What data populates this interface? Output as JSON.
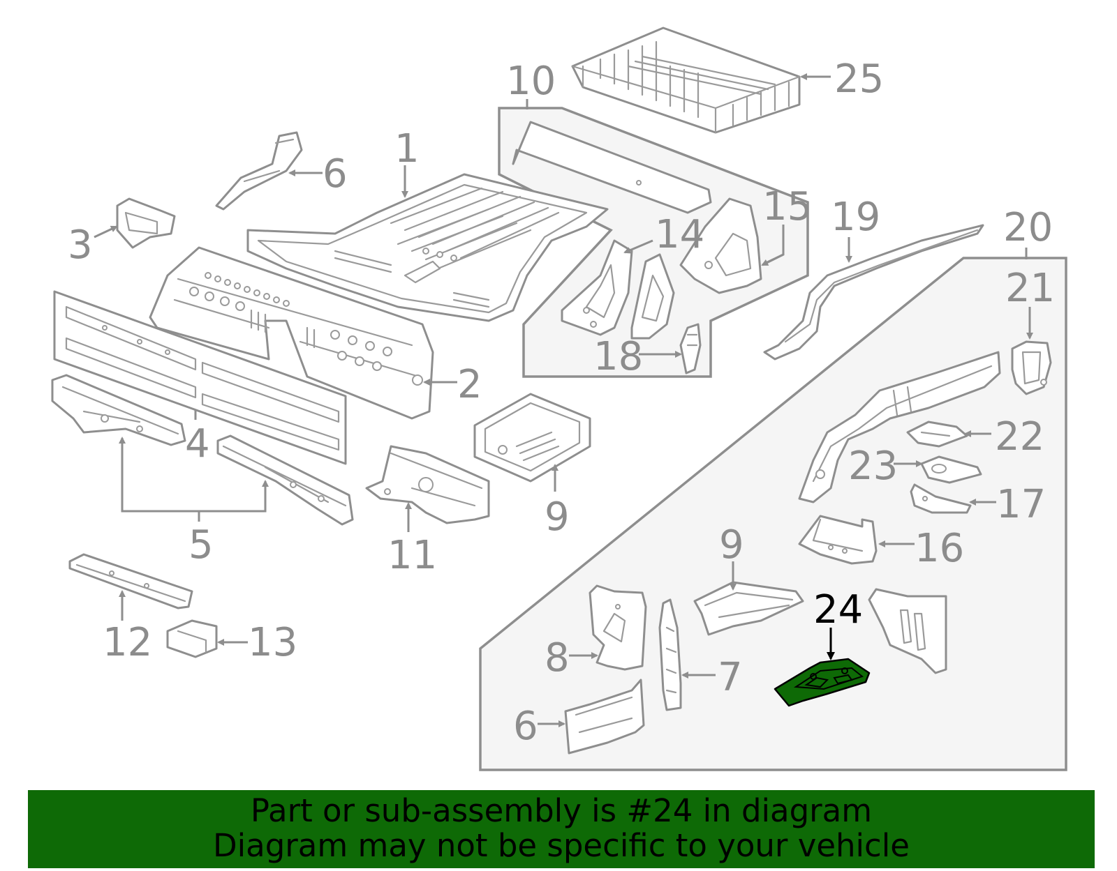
{
  "callouts": {
    "c1": "1",
    "c2": "2",
    "c3": "3",
    "c4": "4",
    "c5": "5",
    "c6a": "6",
    "c6b": "6",
    "c7": "7",
    "c8": "8",
    "c9a": "9",
    "c9b": "9",
    "c10": "10",
    "c11": "11",
    "c12": "12",
    "c13": "13",
    "c14": "14",
    "c15": "15",
    "c16": "16",
    "c17": "17",
    "c18": "18",
    "c19": "19",
    "c20": "20",
    "c21": "21",
    "c22": "22",
    "c23": "23",
    "c24": "24",
    "c25": "25"
  },
  "highlighted_part": "24",
  "colors": {
    "highlight": "#0e6a06",
    "line": "#8e8e8e",
    "group_fill": "#f5f5f5"
  },
  "banner": {
    "line1": "Part or sub-assembly is #24 in diagram",
    "line2": "Diagram may not be specific to your vehicle"
  }
}
